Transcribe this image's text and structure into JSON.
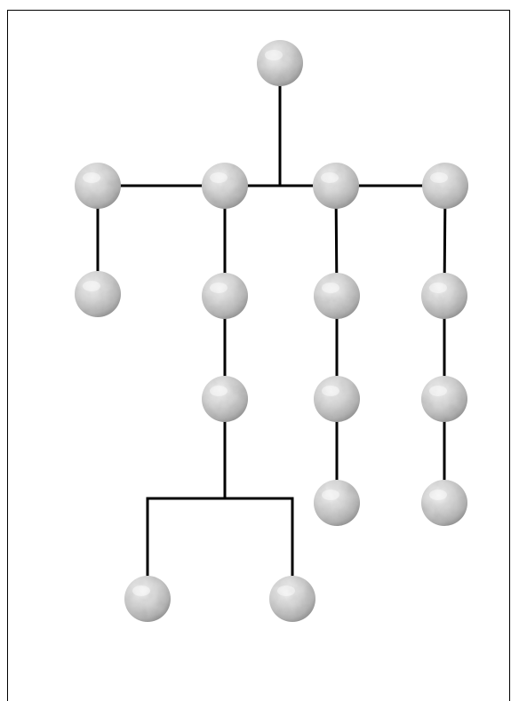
{
  "diagram": {
    "type": "tree",
    "colors": {
      "edge": "#000000",
      "node_light": "#f4f4f4",
      "node_mid": "#c9c9c9",
      "node_dark": "#8e8e8e",
      "background": "#ffffff"
    },
    "node_icon": "marble-sphere-icon",
    "nodes": [
      {
        "id": "root"
      },
      {
        "id": "b1"
      },
      {
        "id": "b2"
      },
      {
        "id": "b3"
      },
      {
        "id": "b4"
      },
      {
        "id": "b1-1"
      },
      {
        "id": "b2-1"
      },
      {
        "id": "b2-2"
      },
      {
        "id": "b2-2-left"
      },
      {
        "id": "b2-2-right"
      },
      {
        "id": "b3-1"
      },
      {
        "id": "b3-2"
      },
      {
        "id": "b3-3"
      },
      {
        "id": "b4-1"
      },
      {
        "id": "b4-2"
      },
      {
        "id": "b4-3"
      }
    ],
    "edges": [
      [
        "root",
        "b1"
      ],
      [
        "root",
        "b2"
      ],
      [
        "root",
        "b3"
      ],
      [
        "root",
        "b4"
      ],
      [
        "b1",
        "b1-1"
      ],
      [
        "b2",
        "b2-1"
      ],
      [
        "b2-1",
        "b2-2"
      ],
      [
        "b2-2",
        "b2-2-left"
      ],
      [
        "b2-2",
        "b2-2-right"
      ],
      [
        "b3",
        "b3-1"
      ],
      [
        "b3-1",
        "b3-2"
      ],
      [
        "b3-2",
        "b3-3"
      ],
      [
        "b4",
        "b4-1"
      ],
      [
        "b4-1",
        "b4-2"
      ],
      [
        "b4-2",
        "b4-3"
      ]
    ]
  }
}
